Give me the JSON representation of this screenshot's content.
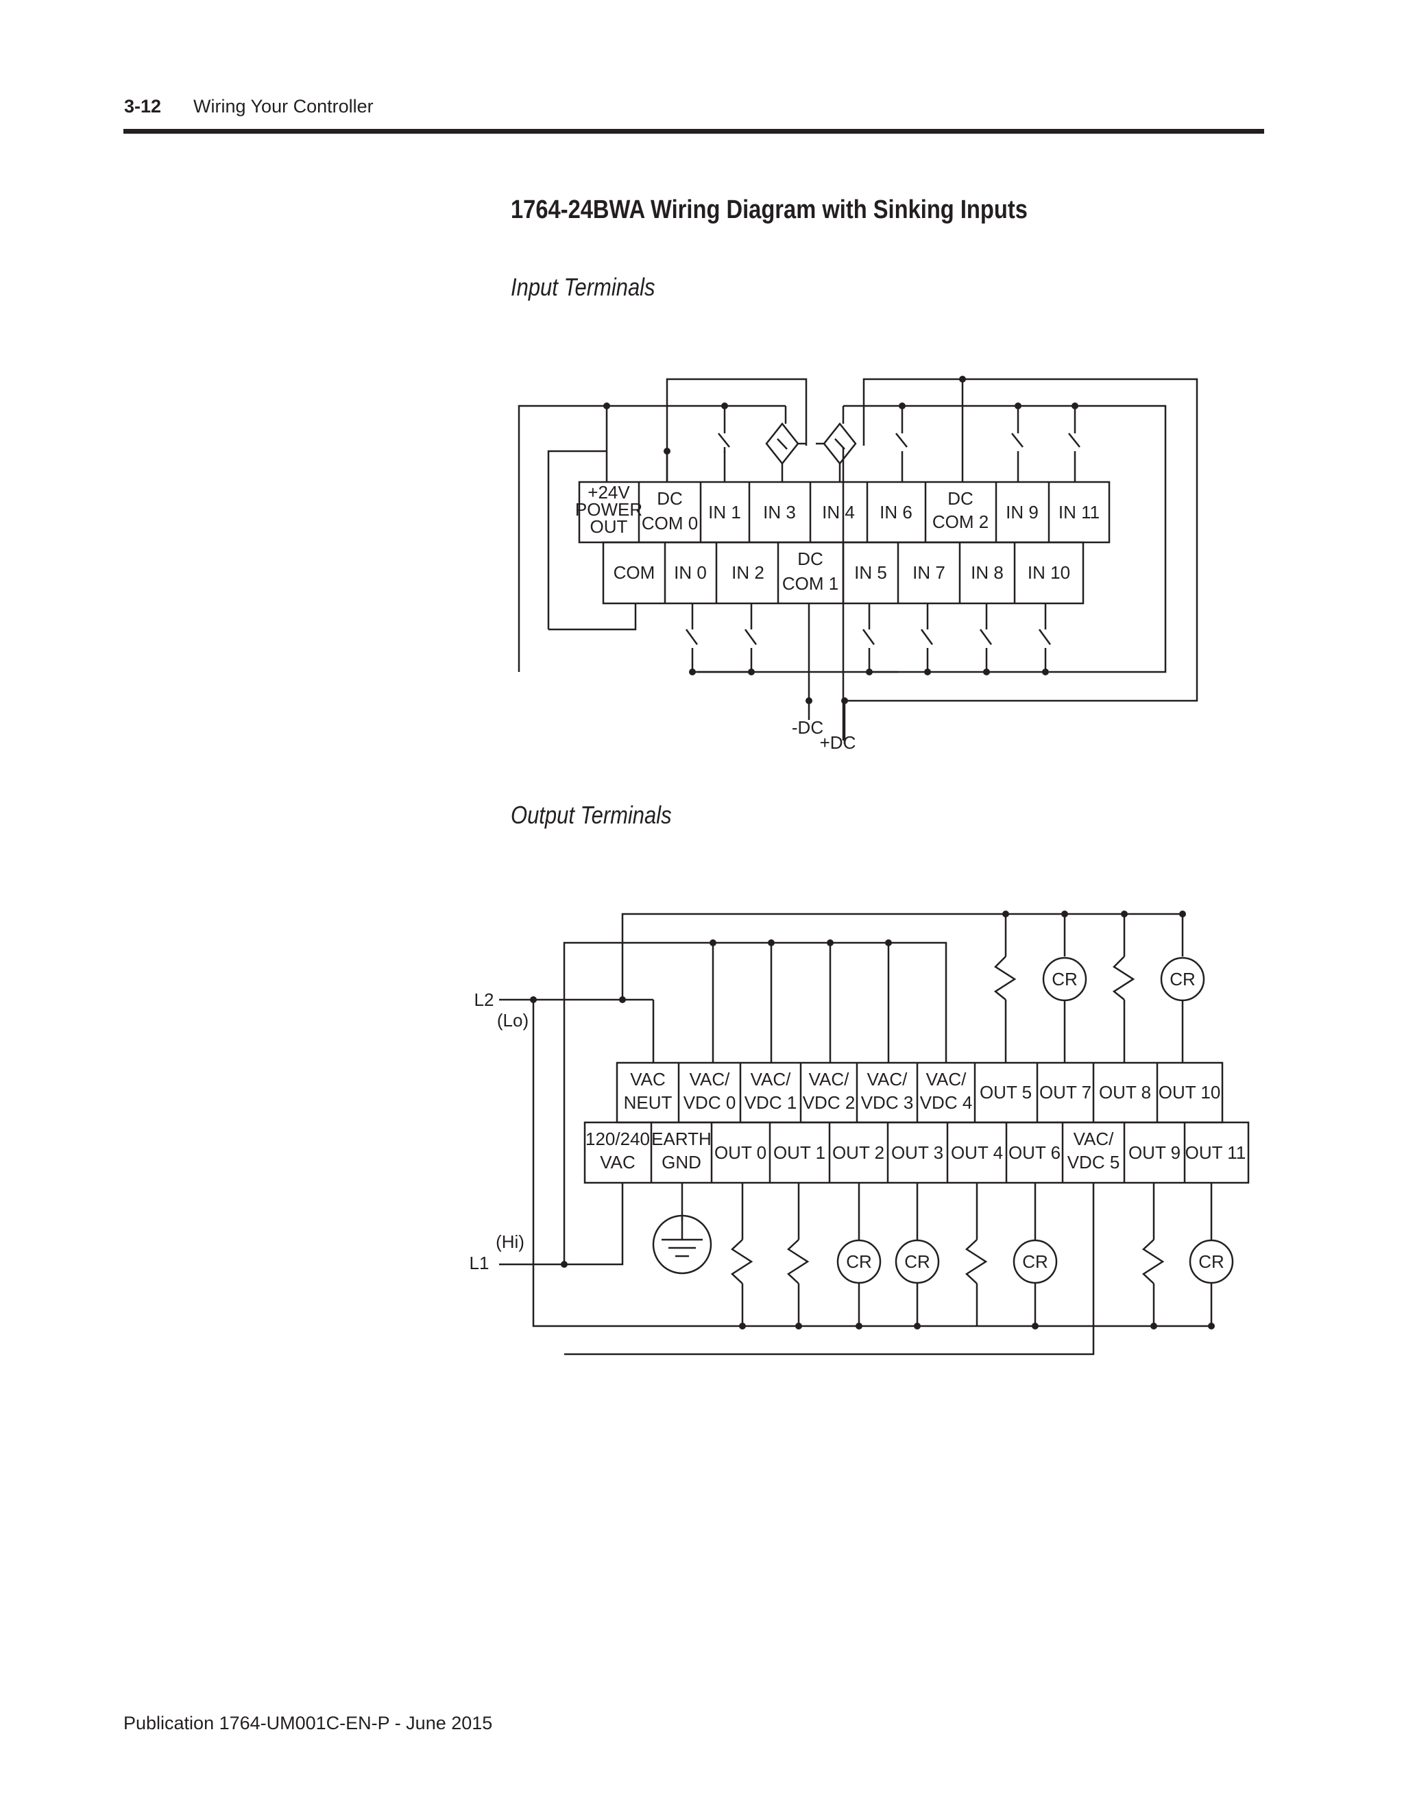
{
  "header": {
    "page_number": "3-12",
    "section_title": "Wiring Your Controller"
  },
  "document_title": "1764-24BWA Wiring Diagram with Sinking Inputs",
  "input_section": {
    "label": "Input Terminals",
    "top_row": [
      {
        "lines": [
          "+24V",
          "POWER",
          "OUT"
        ]
      },
      {
        "lines": [
          "DC",
          "COM 0"
        ]
      },
      {
        "lines": [
          "IN 1"
        ]
      },
      {
        "lines": [
          "IN 3"
        ]
      },
      {
        "lines": [
          "IN 4"
        ]
      },
      {
        "lines": [
          "IN 6"
        ]
      },
      {
        "lines": [
          "DC",
          "COM 2"
        ]
      },
      {
        "lines": [
          "IN 9"
        ]
      },
      {
        "lines": [
          "IN 11"
        ]
      }
    ],
    "bottom_row": [
      {
        "lines": [
          "COM"
        ]
      },
      {
        "lines": [
          "IN 0"
        ]
      },
      {
        "lines": [
          "IN 2"
        ]
      },
      {
        "lines": [
          "DC",
          "COM 1"
        ]
      },
      {
        "lines": [
          "IN 5"
        ]
      },
      {
        "lines": [
          "IN 7"
        ]
      },
      {
        "lines": [
          "IN 8"
        ]
      },
      {
        "lines": [
          "IN 10"
        ]
      }
    ],
    "supply_labels": {
      "negative": "-DC",
      "positive": "+DC"
    }
  },
  "output_section": {
    "label": "Output Terminals",
    "top_row": [
      {
        "lines": [
          "VAC",
          "NEUT"
        ]
      },
      {
        "lines": [
          "VAC/",
          "VDC 0"
        ]
      },
      {
        "lines": [
          "VAC/",
          "VDC 1"
        ]
      },
      {
        "lines": [
          "VAC/",
          "VDC 2"
        ]
      },
      {
        "lines": [
          "VAC/",
          "VDC 3"
        ]
      },
      {
        "lines": [
          "VAC/",
          "VDC 4"
        ]
      },
      {
        "lines": [
          "OUT 5"
        ]
      },
      {
        "lines": [
          "OUT 7"
        ]
      },
      {
        "lines": [
          "OUT 8"
        ]
      },
      {
        "lines": [
          "OUT 10"
        ]
      }
    ],
    "bottom_row": [
      {
        "lines": [
          "120/240",
          "VAC"
        ]
      },
      {
        "lines": [
          "EARTH",
          "GND"
        ]
      },
      {
        "lines": [
          "OUT 0"
        ]
      },
      {
        "lines": [
          "OUT 1"
        ]
      },
      {
        "lines": [
          "OUT 2"
        ]
      },
      {
        "lines": [
          "OUT 3"
        ]
      },
      {
        "lines": [
          "OUT 4"
        ]
      },
      {
        "lines": [
          "OUT 6"
        ]
      },
      {
        "lines": [
          "VAC/",
          "VDC 5"
        ]
      },
      {
        "lines": [
          "OUT 9"
        ]
      },
      {
        "lines": [
          "OUT 11"
        ]
      }
    ],
    "line_labels": {
      "l2": "L2",
      "l2_sub": "(Lo)",
      "l1": "L1",
      "l1_sub": "(Hi)"
    },
    "coil_label": "CR"
  },
  "footer": {
    "publication": "Publication 1764-UM001C-EN-P - June 2015"
  }
}
